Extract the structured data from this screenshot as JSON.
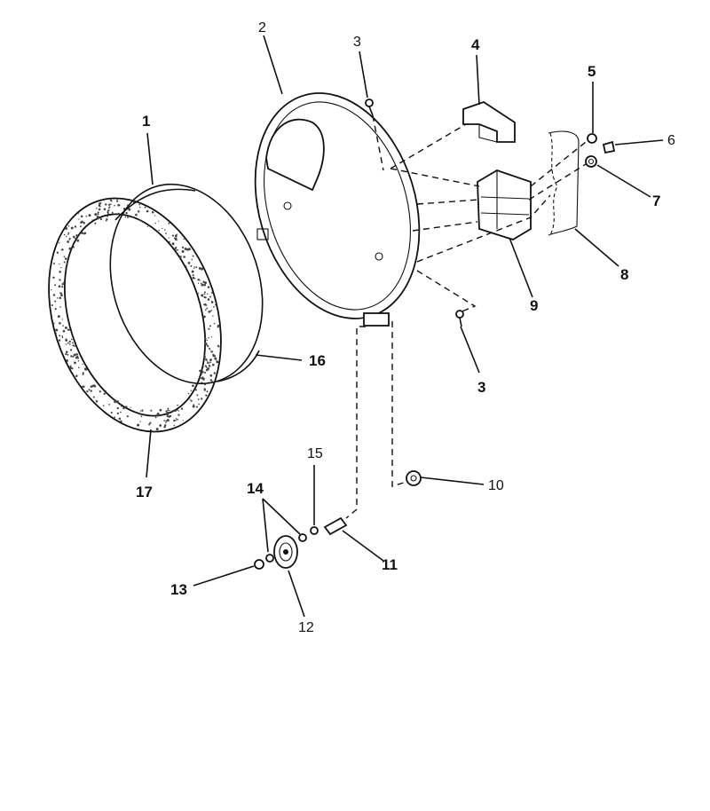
{
  "diagram": {
    "callouts": [
      {
        "id": "c1",
        "label": "1"
      },
      {
        "id": "c2",
        "label": "2"
      },
      {
        "id": "c3a",
        "label": "3"
      },
      {
        "id": "c3b",
        "label": "3"
      },
      {
        "id": "c4",
        "label": "4"
      },
      {
        "id": "c5",
        "label": "5"
      },
      {
        "id": "c6",
        "label": "6"
      },
      {
        "id": "c7",
        "label": "7"
      },
      {
        "id": "c8",
        "label": "8"
      },
      {
        "id": "c9",
        "label": "9"
      },
      {
        "id": "c10",
        "label": "10"
      },
      {
        "id": "c11",
        "label": "11"
      },
      {
        "id": "c12",
        "label": "12"
      },
      {
        "id": "c13",
        "label": "13"
      },
      {
        "id": "c14",
        "label": "14"
      },
      {
        "id": "c15",
        "label": "15"
      },
      {
        "id": "c16",
        "label": "16"
      },
      {
        "id": "c17",
        "label": "17"
      }
    ]
  }
}
